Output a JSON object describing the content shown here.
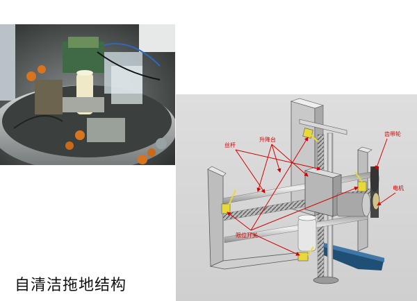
{
  "caption": "自清洁拖地结构",
  "labels": {
    "screw": "丝杆",
    "lift_table": "升降台",
    "gear_wheel": "齿带轮",
    "motor": "电机",
    "limit_switch": "限位开关"
  },
  "colors": {
    "annotation": "#d40000",
    "cad_background": "#d6d6d6",
    "frame_gray": "#c4c4c4",
    "switch_yellow": "#e8d93a",
    "base_blue": "#1f4f74"
  }
}
